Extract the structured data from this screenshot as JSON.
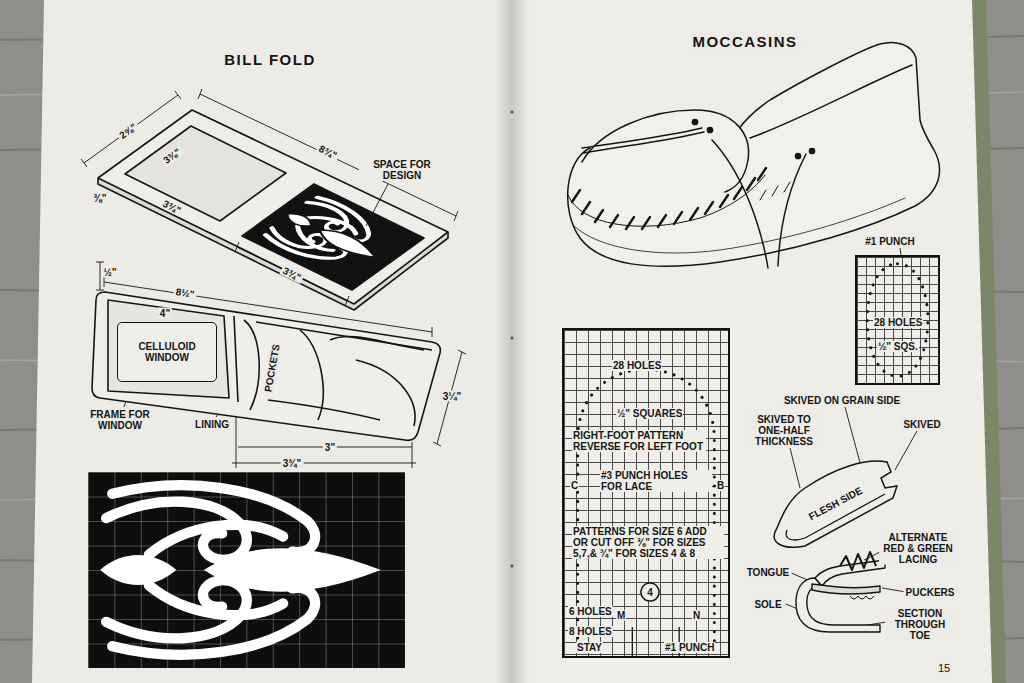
{
  "diagram": {
    "nodes": [
      {
        "text": [
          "CELLULOID WINDOW"
        ]
      },
      {
        "text": [
          "28 HOLES",
          "½\" SQUARES",
          "RIGHT-FOOT PATTERN REVERSE FOR LEFT FOOT",
          "C",
          "B",
          "#3 PUNCH HOLES FOR LACE",
          "PATTERNS FOR SIZE 6 ADD OR CUT OFF ⅜\" FOR SIZES 5,7,& ¾\" FOR SIZES 4 & 8",
          "6 HOLES",
          "M",
          "N",
          "8 HOLES",
          "STAY",
          "#1 PUNCH"
        ]
      },
      {
        "text": [
          "4"
        ],
        "in": 1
      },
      {
        "text": [
          "28 HOLES",
          "½\" SQS."
        ]
      },
      {
        "text": [
          "FLESH SIDE"
        ]
      }
    ],
    "labels": [
      "BILL FOLD",
      "2⅝\"",
      "3⅜\"",
      "⅜\"",
      "8¾\"",
      "3¾\"",
      "SPACE FOR DESIGN",
      "3¾\"",
      "½\"",
      "8½\"",
      "4\"",
      "POCKETS",
      "3¼\"",
      "FRAME FOR WINDOW",
      "LINING",
      "3\"",
      "3¾\"",
      "MOCCASINS",
      "#1 PUNCH",
      "SKIVED ON GRAIN SIDE",
      "SKIVED TO ONE-HALF THICKNESS",
      "SKIVED",
      "ALTERNATE RED & GREEN LACING",
      "TONGUE",
      "PUCKERS",
      "SOLE",
      "SECTION THROUGH TOE",
      "15"
    ]
  }
}
